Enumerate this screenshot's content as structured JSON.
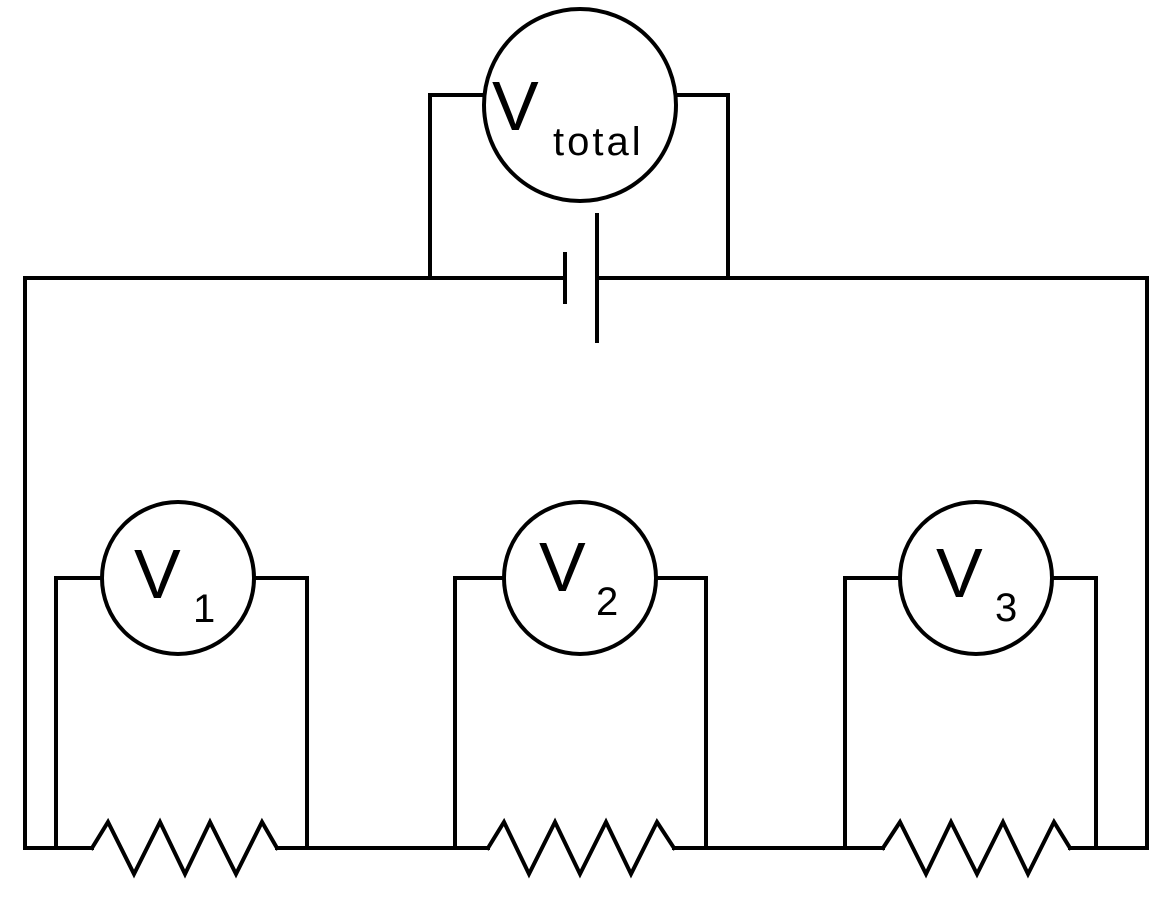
{
  "diagram": {
    "type": "series-circuit",
    "battery": {
      "name": "battery"
    },
    "total_meter": {
      "main": "V",
      "sub": "total"
    },
    "meters": [
      {
        "main": "V",
        "sub": "1"
      },
      {
        "main": "V",
        "sub": "2"
      },
      {
        "main": "V",
        "sub": "3"
      }
    ],
    "resistor_count": 3,
    "colors": {
      "line": "#000000",
      "background": "#ffffff"
    }
  }
}
